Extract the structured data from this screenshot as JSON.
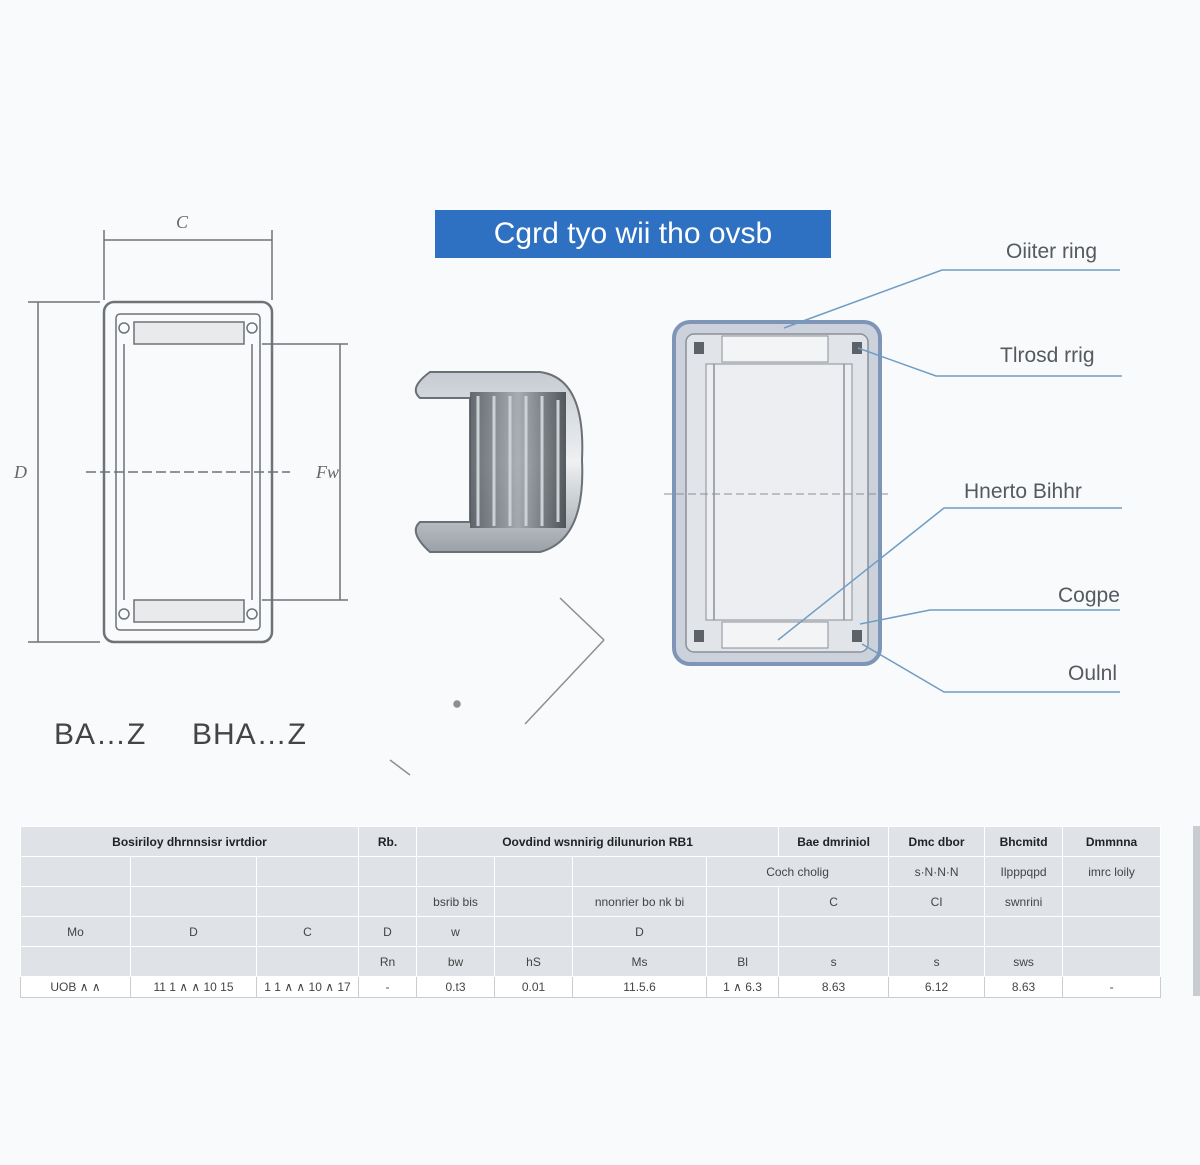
{
  "banner": {
    "title": "Cgrd tyo wii tho ovsb"
  },
  "parts": {
    "outer_ring": "Oiiter ring",
    "thrust_ring": "Tlrosd rrig",
    "needle_roller": "Hnerto Bihhr",
    "cage": "Cogpe",
    "seal": "Oulnl"
  },
  "dimensions": {
    "C": "C",
    "D": "D",
    "Fw": "Fw"
  },
  "models": {
    "ba": "BA…Z",
    "bha": "BHA…Z"
  },
  "table": {
    "row1": [
      "Bosiriloy dhrnnsisr ivrtdior",
      "Rb.",
      "Oovdind wsnnirig dilunurion  RB1",
      "Bae dmriniol",
      "Dmc dbor",
      "Bhcmitd",
      "Dmmnna"
    ],
    "row2": [
      "",
      "",
      "",
      "",
      "",
      "",
      "",
      "Coch cholig",
      "s·N·N·N",
      "Ilpppqpd",
      "imrc loily"
    ],
    "row3": [
      "",
      "",
      "",
      "",
      "bsrib bis",
      "",
      "nnonrier bo nk bi",
      "",
      "C",
      "CI",
      "swnrini",
      ""
    ],
    "row4": [
      "Mo",
      "D",
      "C",
      "D",
      "w",
      "",
      "D",
      "",
      "",
      "",
      "",
      ""
    ],
    "row5": [
      "",
      "",
      "",
      "Rn",
      "bw",
      "hS",
      "Ms",
      "Bl",
      "s",
      "s",
      "sws",
      ""
    ],
    "data": [
      "UOB ∧ ∧",
      "11 1 ∧ ∧ 10 15",
      "1 1 ∧ ∧ 10 ∧ 17",
      "-",
      "0.t3",
      "0.01",
      "11.5.6",
      "1 ∧ 6.3",
      "8.63",
      "6.12",
      "8.63",
      "-"
    ]
  }
}
